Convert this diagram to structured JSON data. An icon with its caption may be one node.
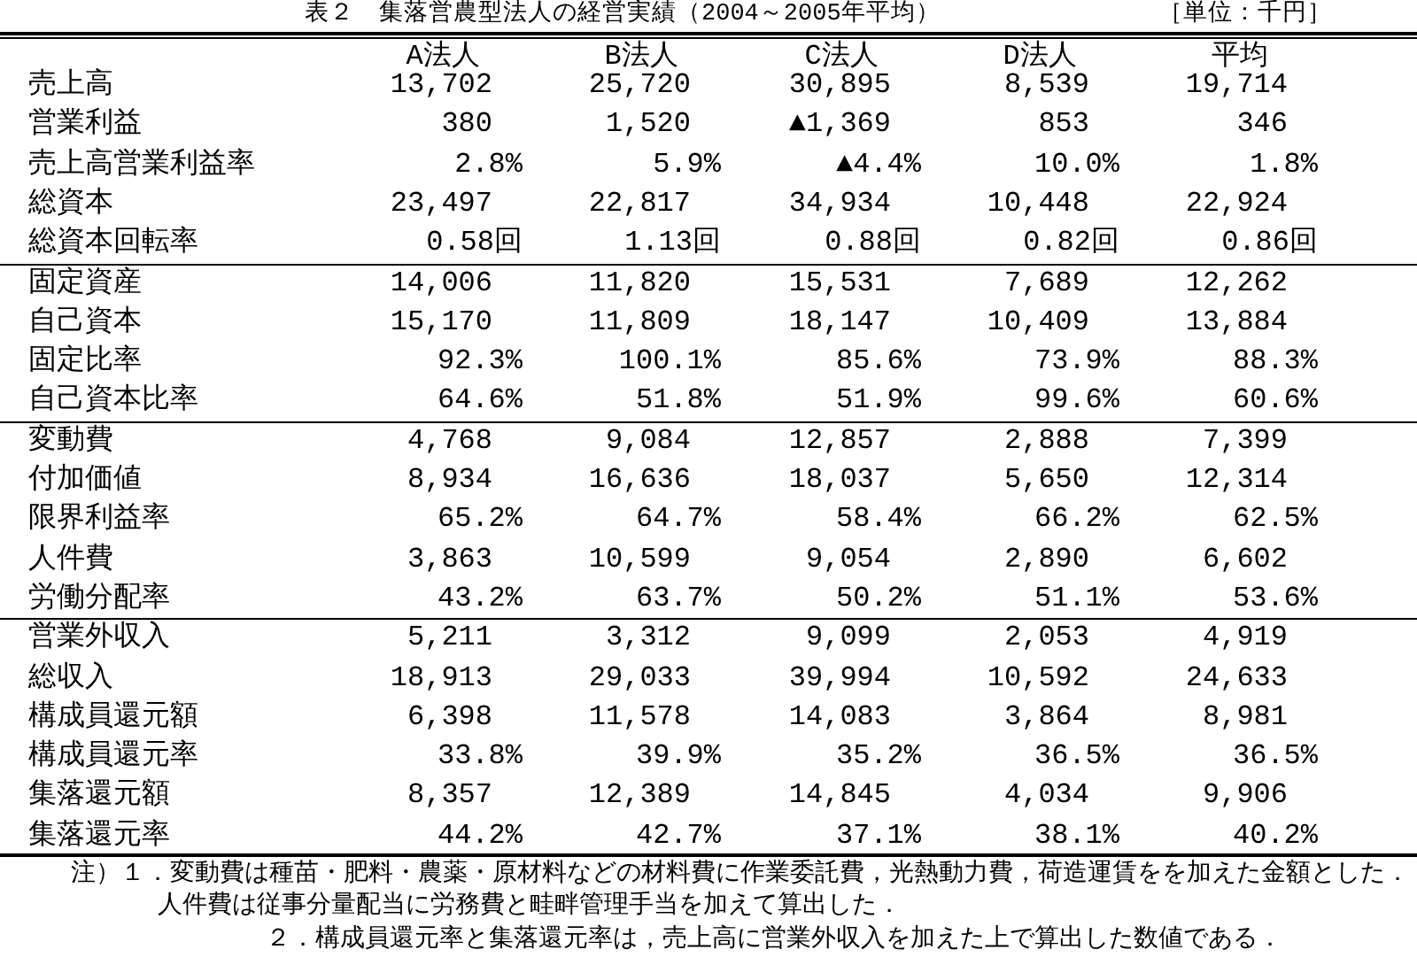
{
  "diagram": {
    "title": "表２　集落営農型法人の経営実績（2004～2005年平均）",
    "labels": [
      "［単位：千円］",
      "A法人",
      "B法人",
      "C法人",
      "D法人",
      "平均",
      "売上高",
      "13,702",
      "25,720",
      "30,895",
      "8,539",
      "19,714",
      "営業利益",
      "380",
      "1,520",
      "▲1,369",
      "853",
      "346",
      "売上高営業利益率",
      "2.8%",
      "5.9%",
      "▲4.4%",
      "10.0%",
      "1.8%",
      "総資本",
      "23,497",
      "22,817",
      "34,934",
      "10,448",
      "22,924",
      "総資本回転率",
      "0.58回",
      "1.13回",
      "0.88回",
      "0.82回",
      "0.86回",
      "固定資産",
      "14,006",
      "11,820",
      "15,531",
      "7,689",
      "12,262",
      "自己資本",
      "15,170",
      "11,809",
      "18,147",
      "10,409",
      "13,884",
      "固定比率",
      "92.3%",
      "100.1%",
      "85.6%",
      "73.9%",
      "88.3%",
      "自己資本比率",
      "64.6%",
      "51.8%",
      "51.9%",
      "99.6%",
      "60.6%",
      "変動費",
      "4,768",
      "9,084",
      "12,857",
      "2,888",
      "7,399",
      "付加価値",
      "8,934",
      "16,636",
      "18,037",
      "5,650",
      "12,314",
      "限界利益率",
      "65.2%",
      "64.7%",
      "58.4%",
      "66.2%",
      "62.5%",
      "人件費",
      "3,863",
      "10,599",
      "9,054",
      "2,890",
      "6,602",
      "労働分配率",
      "43.2%",
      "63.7%",
      "50.2%",
      "51.1%",
      "53.6%",
      "営業外収入",
      "5,211",
      "3,312",
      "9,099",
      "2,053",
      "4,919",
      "総収入",
      "18,913",
      "29,033",
      "39,994",
      "10,592",
      "24,633",
      "構成員還元額",
      "6,398",
      "11,578",
      "14,083",
      "3,864",
      "8,981",
      "構成員還元率",
      "33.8%",
      "39.9%",
      "35.2%",
      "36.5%",
      "36.5%",
      "集落還元額",
      "8,357",
      "12,389",
      "14,845",
      "4,034",
      "9,906",
      "集落還元率",
      "44.2%",
      "42.7%",
      "37.1%",
      "38.1%",
      "40.2%",
      "注）１．変動費は種苗・肥料・農薬・原材料などの材料費に作業委託費，光熱動力費，荷造運賃をを加えた金額とした．人件費は従事分量配当に労務費と畦畔管理手当を加えて算出した．",
      "２．構成員還元率と集落還元率は，売上高に営業外収入を加えた上で算出した数値である．"
    ]
  }
}
